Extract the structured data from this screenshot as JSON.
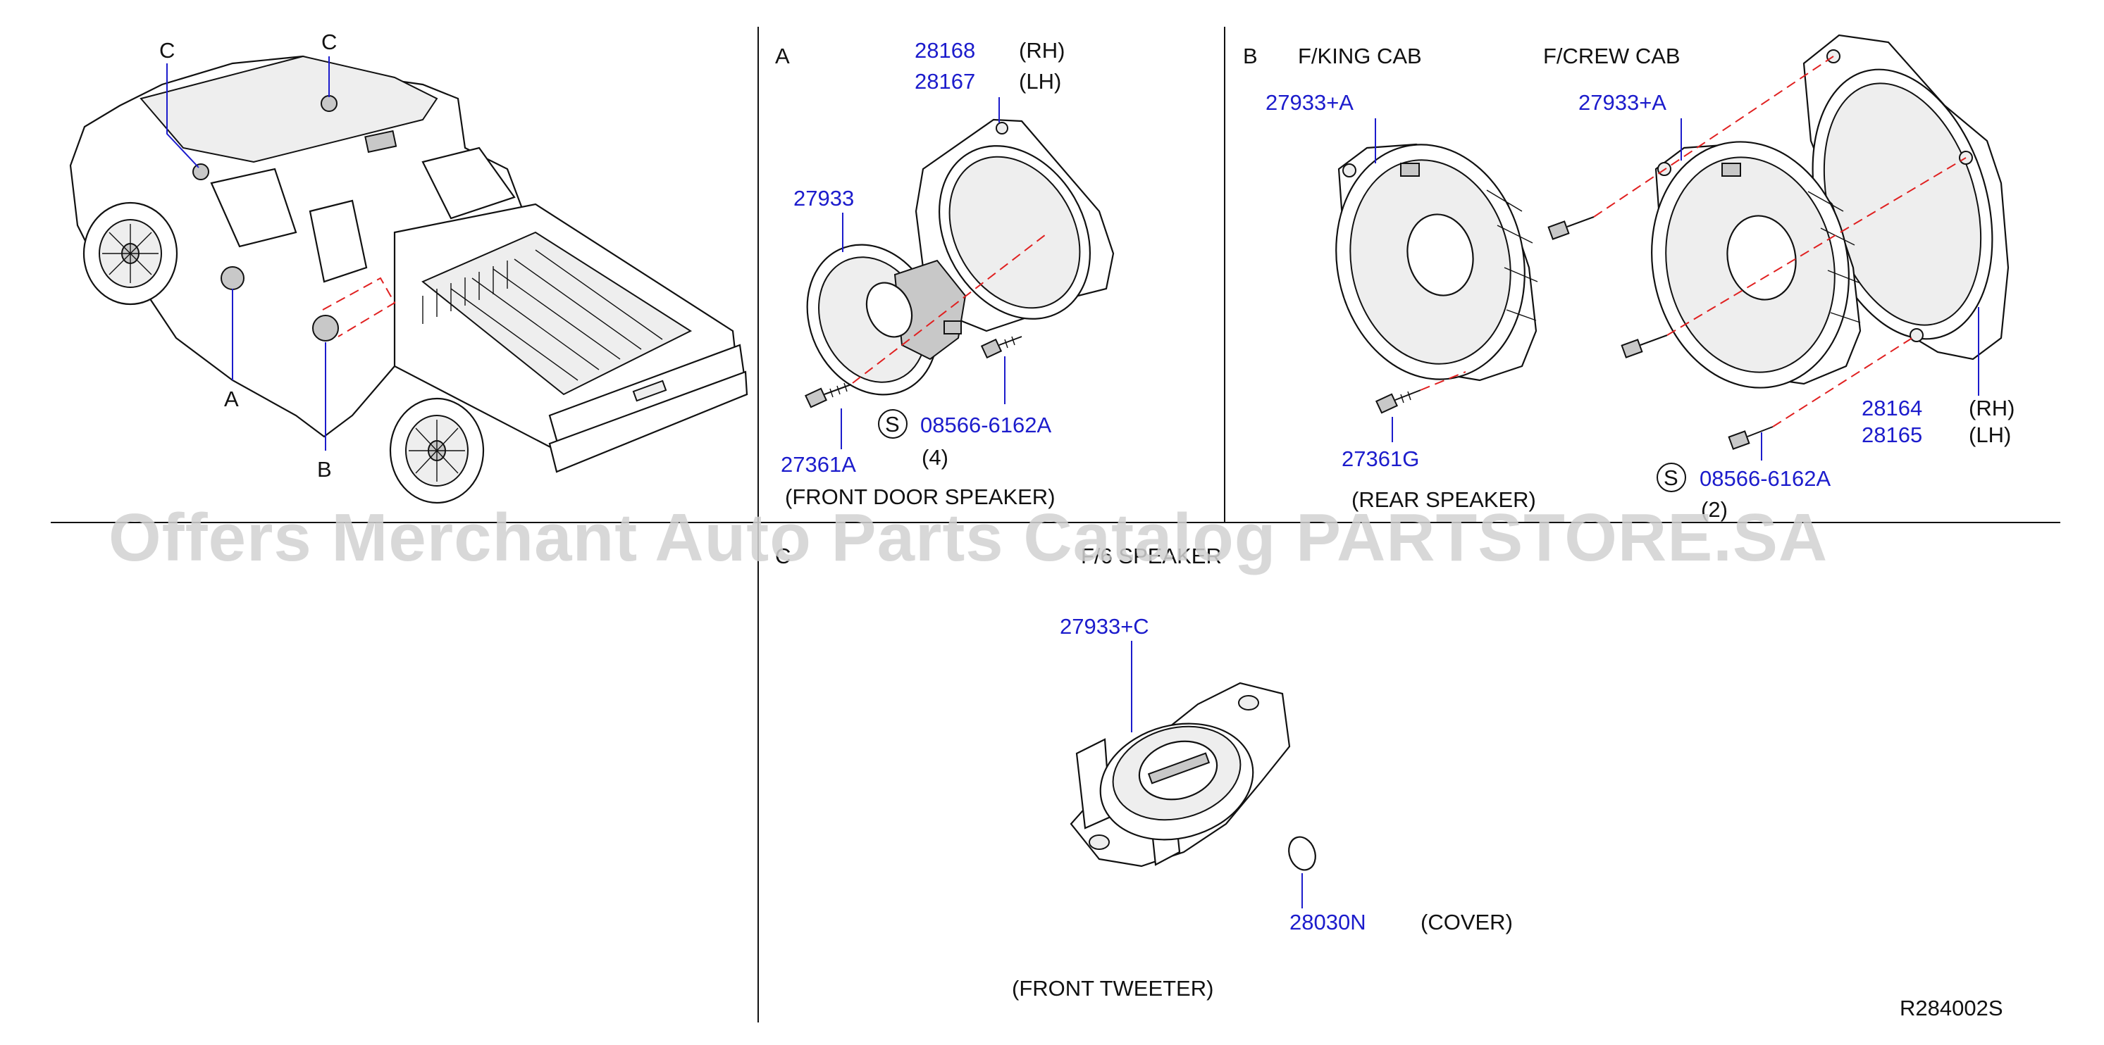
{
  "section_labels": {
    "a": "A",
    "b": "B",
    "c": "C"
  },
  "vehicle_labels": {
    "a": "A",
    "b": "B",
    "c_left": "C",
    "c_right": "C"
  },
  "front_door": {
    "part_28168": "28168",
    "rh": "(RH)",
    "part_28167": "28167",
    "lh": "(LH)",
    "part_27933": "27933",
    "part_27361a": "27361A",
    "s_symbol": "S",
    "part_08566": "08566-6162A",
    "qty": "(4)",
    "caption": "(FRONT DOOR SPEAKER)"
  },
  "rear": {
    "king_cab": "F/KING CAB",
    "crew_cab": "F/CREW CAB",
    "king_part": "27933+A",
    "crew_part": "27933+A",
    "part_27361g": "27361G",
    "part_28164": "28164",
    "part_28165": "28165",
    "rh": "(RH)",
    "lh": "(LH)",
    "s_symbol": "S",
    "part_08566": "08566-6162A",
    "qty": "(2)",
    "caption": "(REAR SPEAKER)"
  },
  "tweeter": {
    "heading": "F/6 SPEAKER",
    "part_27933c": "27933+C",
    "part_28030n": "28030N",
    "cover": "(COVER)",
    "caption": "(FRONT TWEETER)"
  },
  "diagram_code": "R284002S",
  "watermark": "Offers Merchant Auto Parts Catalog PARTSTORE.SA",
  "colors": {
    "part_number": "#1c1ccc",
    "dashed_line": "#e02020",
    "watermark": "#d2d2d2",
    "text": "#111111"
  }
}
